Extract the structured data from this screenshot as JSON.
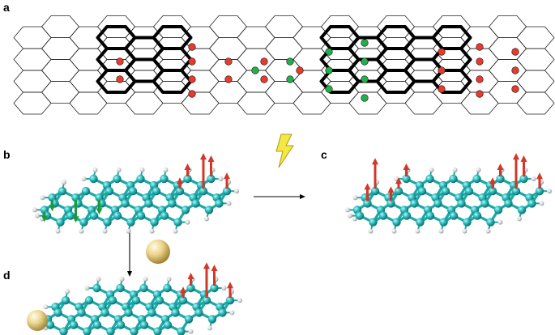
{
  "panels": {
    "a": {
      "label": "a"
    },
    "b": {
      "label": "b"
    },
    "c": {
      "label": "c"
    },
    "d": {
      "label": "d"
    }
  },
  "colors": {
    "carbon": "#1aa8a8",
    "hydrogen": "#d6d6d6",
    "spin_up_arrow": "#d0382a",
    "spin_green_arrow": "#1a9a3a",
    "adatom": "#e8cf84",
    "lightning": "#f4e842",
    "red_site": "#e63a2e",
    "green_site": "#22b04b",
    "lattice": "#000000"
  },
  "icons": {
    "lightning": "lightning-bolt-icon",
    "adatom": "gold-adatom-sphere-icon"
  }
}
